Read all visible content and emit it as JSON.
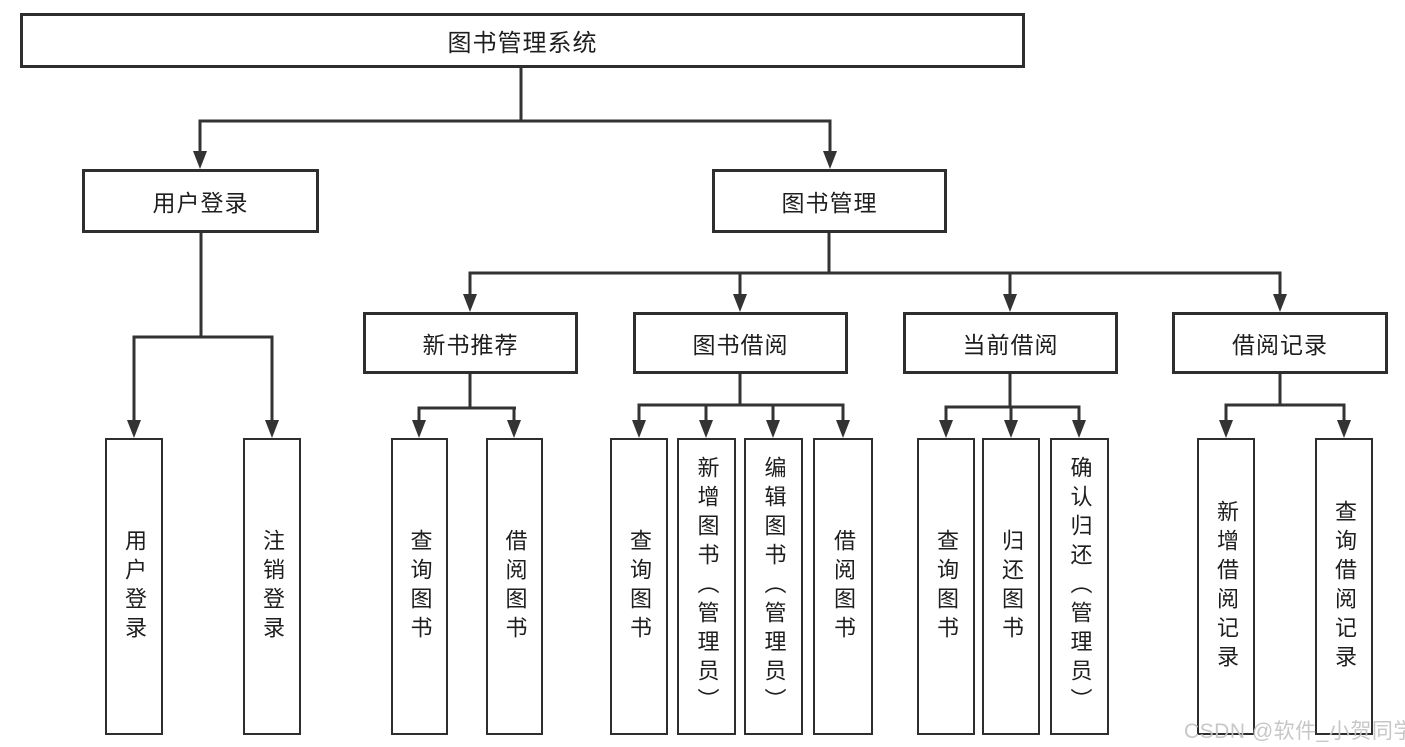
{
  "diagram": {
    "title": "图书管理系统",
    "level2": [
      "用户登录",
      "图书管理"
    ],
    "level3": [
      "新书推荐",
      "图书借阅",
      "当前借阅",
      "借阅记录"
    ],
    "children": {
      "user_login": [
        "用户登录",
        "注销登录"
      ],
      "new_books": [
        "查询图书",
        "借阅图书"
      ],
      "book_borrow": [
        "查询图书",
        "新增图书（管理员）",
        "编辑图书（管理员）",
        "借阅图书"
      ],
      "current_borrow": [
        "查询图书",
        "归还图书",
        "确认归还（管理员）"
      ],
      "borrow_records": [
        "新增借阅记录",
        "查询借阅记录"
      ]
    }
  },
  "watermark": "CSDN @软件_小贺同学",
  "colors": {
    "line": "#333333",
    "text": "#1e1e1e",
    "background": "#ffffff",
    "watermark": "#c4c4c4"
  }
}
